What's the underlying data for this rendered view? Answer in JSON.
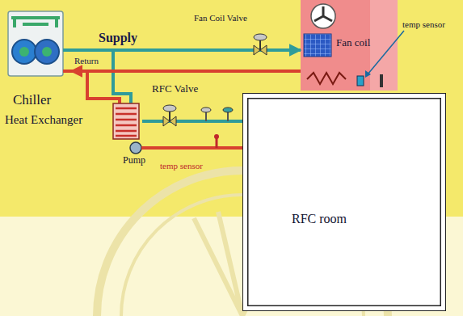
{
  "diagram": {
    "nodes": [
      {
        "text": [
          "Chiller"
        ]
      },
      {
        "text": [
          "Heat Exchanger"
        ]
      },
      {
        "text": [
          "Pump"
        ]
      },
      {
        "text": [
          "Fan coil"
        ]
      },
      {
        "text": [
          "RFC room"
        ]
      }
    ],
    "edges": [
      {
        "from": 0,
        "to": 3,
        "label": "Supply",
        "arrow": "to"
      },
      {
        "from": 3,
        "to": 0,
        "label": "Return",
        "arrow": "to"
      },
      {
        "from": 1,
        "to": 4,
        "arrow": "none"
      },
      {
        "from": 2,
        "to": 4,
        "arrow": "none"
      }
    ],
    "labels": [
      "Fan Coil Valve",
      "RFC Valve",
      "temp sensor",
      "temp sensor"
    ]
  }
}
